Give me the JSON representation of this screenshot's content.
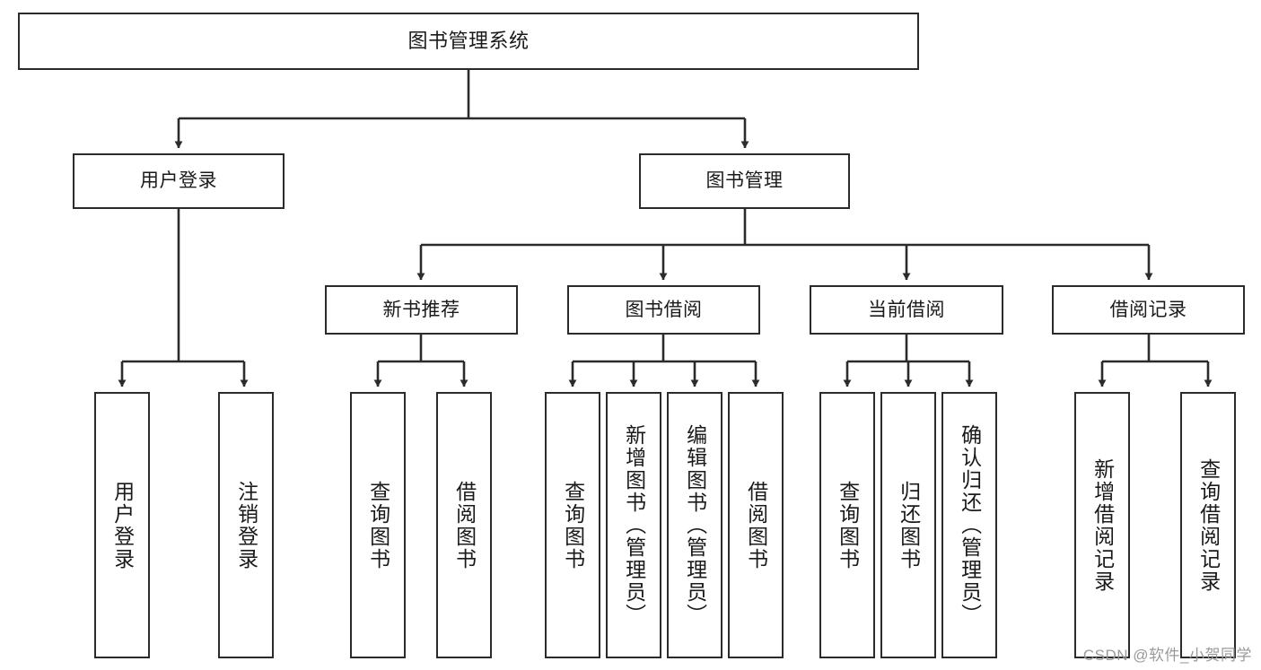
{
  "diagram": {
    "title": "图书管理系统",
    "watermark": "CSDN @软件_小贺同学",
    "colors": {
      "background": "#ffffff",
      "border": "#2b2b2b",
      "text": "#1a1a1a",
      "edge": "#2b2b2b",
      "watermark": "#9a9a9a"
    },
    "root": {
      "label": "图书管理系统"
    },
    "level2": [
      {
        "label": "用户登录"
      },
      {
        "label": "图书管理"
      }
    ],
    "level3": [
      {
        "label": "新书推荐"
      },
      {
        "label": "图书借阅"
      },
      {
        "label": "当前借阅"
      },
      {
        "label": "借阅记录"
      }
    ],
    "leaves": {
      "user_login": [
        {
          "label": "用户登录"
        },
        {
          "label": "注销登录"
        }
      ],
      "new_book": [
        {
          "label": "查询图书"
        },
        {
          "label": "借阅图书"
        }
      ],
      "book_borrow": [
        {
          "label": "查询图书"
        },
        {
          "label": "新增图书（管理员）"
        },
        {
          "label": "编辑图书（管理员）"
        },
        {
          "label": "借阅图书"
        }
      ],
      "current_borrow": [
        {
          "label": "查询图书"
        },
        {
          "label": "归还图书"
        },
        {
          "label": "确认归还（管理员）"
        }
      ],
      "borrow_record": [
        {
          "label": "新增借阅记录"
        },
        {
          "label": "查询借阅记录"
        }
      ]
    }
  }
}
